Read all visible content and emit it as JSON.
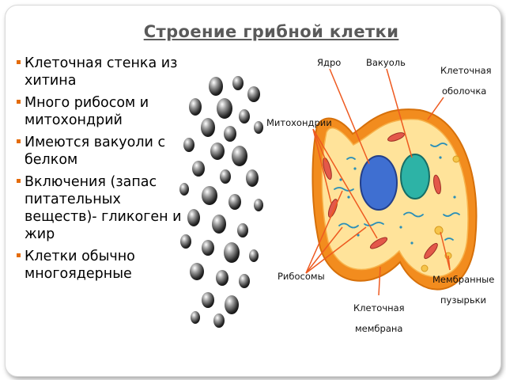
{
  "slide": {
    "title": "Строение грибной клетки",
    "bullets": [
      "Клеточная стенка из хитина",
      "Много рибосом и митохондрий",
      "Имеются вакуоли с белком",
      "Включения (запас питательных веществ)- гликоген и жир",
      "Клетки обычно многоядерные"
    ],
    "bullet_color": "#e46c0a"
  },
  "diagram": {
    "labels": {
      "nucleus": "Ядро",
      "vacuole": "Вакуоль",
      "cell_wall_1": "Клеточная",
      "cell_wall_2": "оболочка",
      "mitochondria": "Митохондрии",
      "ribosomes": "Рибосомы",
      "membrane_1": "Клеточная",
      "membrane_2": "мембрана",
      "vesicles_1": "Мембранные",
      "vesicles_2": "пузырьки"
    },
    "colors": {
      "outer_wall": "#f28c1e",
      "cytoplasm": "#ffe39a",
      "nucleus": "#3f6fd1",
      "vacuole": "#2db3a6",
      "mitochondria": "#e3584a",
      "ribosomes": "#2a8fb8",
      "leader_lines": "#ee5a20"
    }
  }
}
